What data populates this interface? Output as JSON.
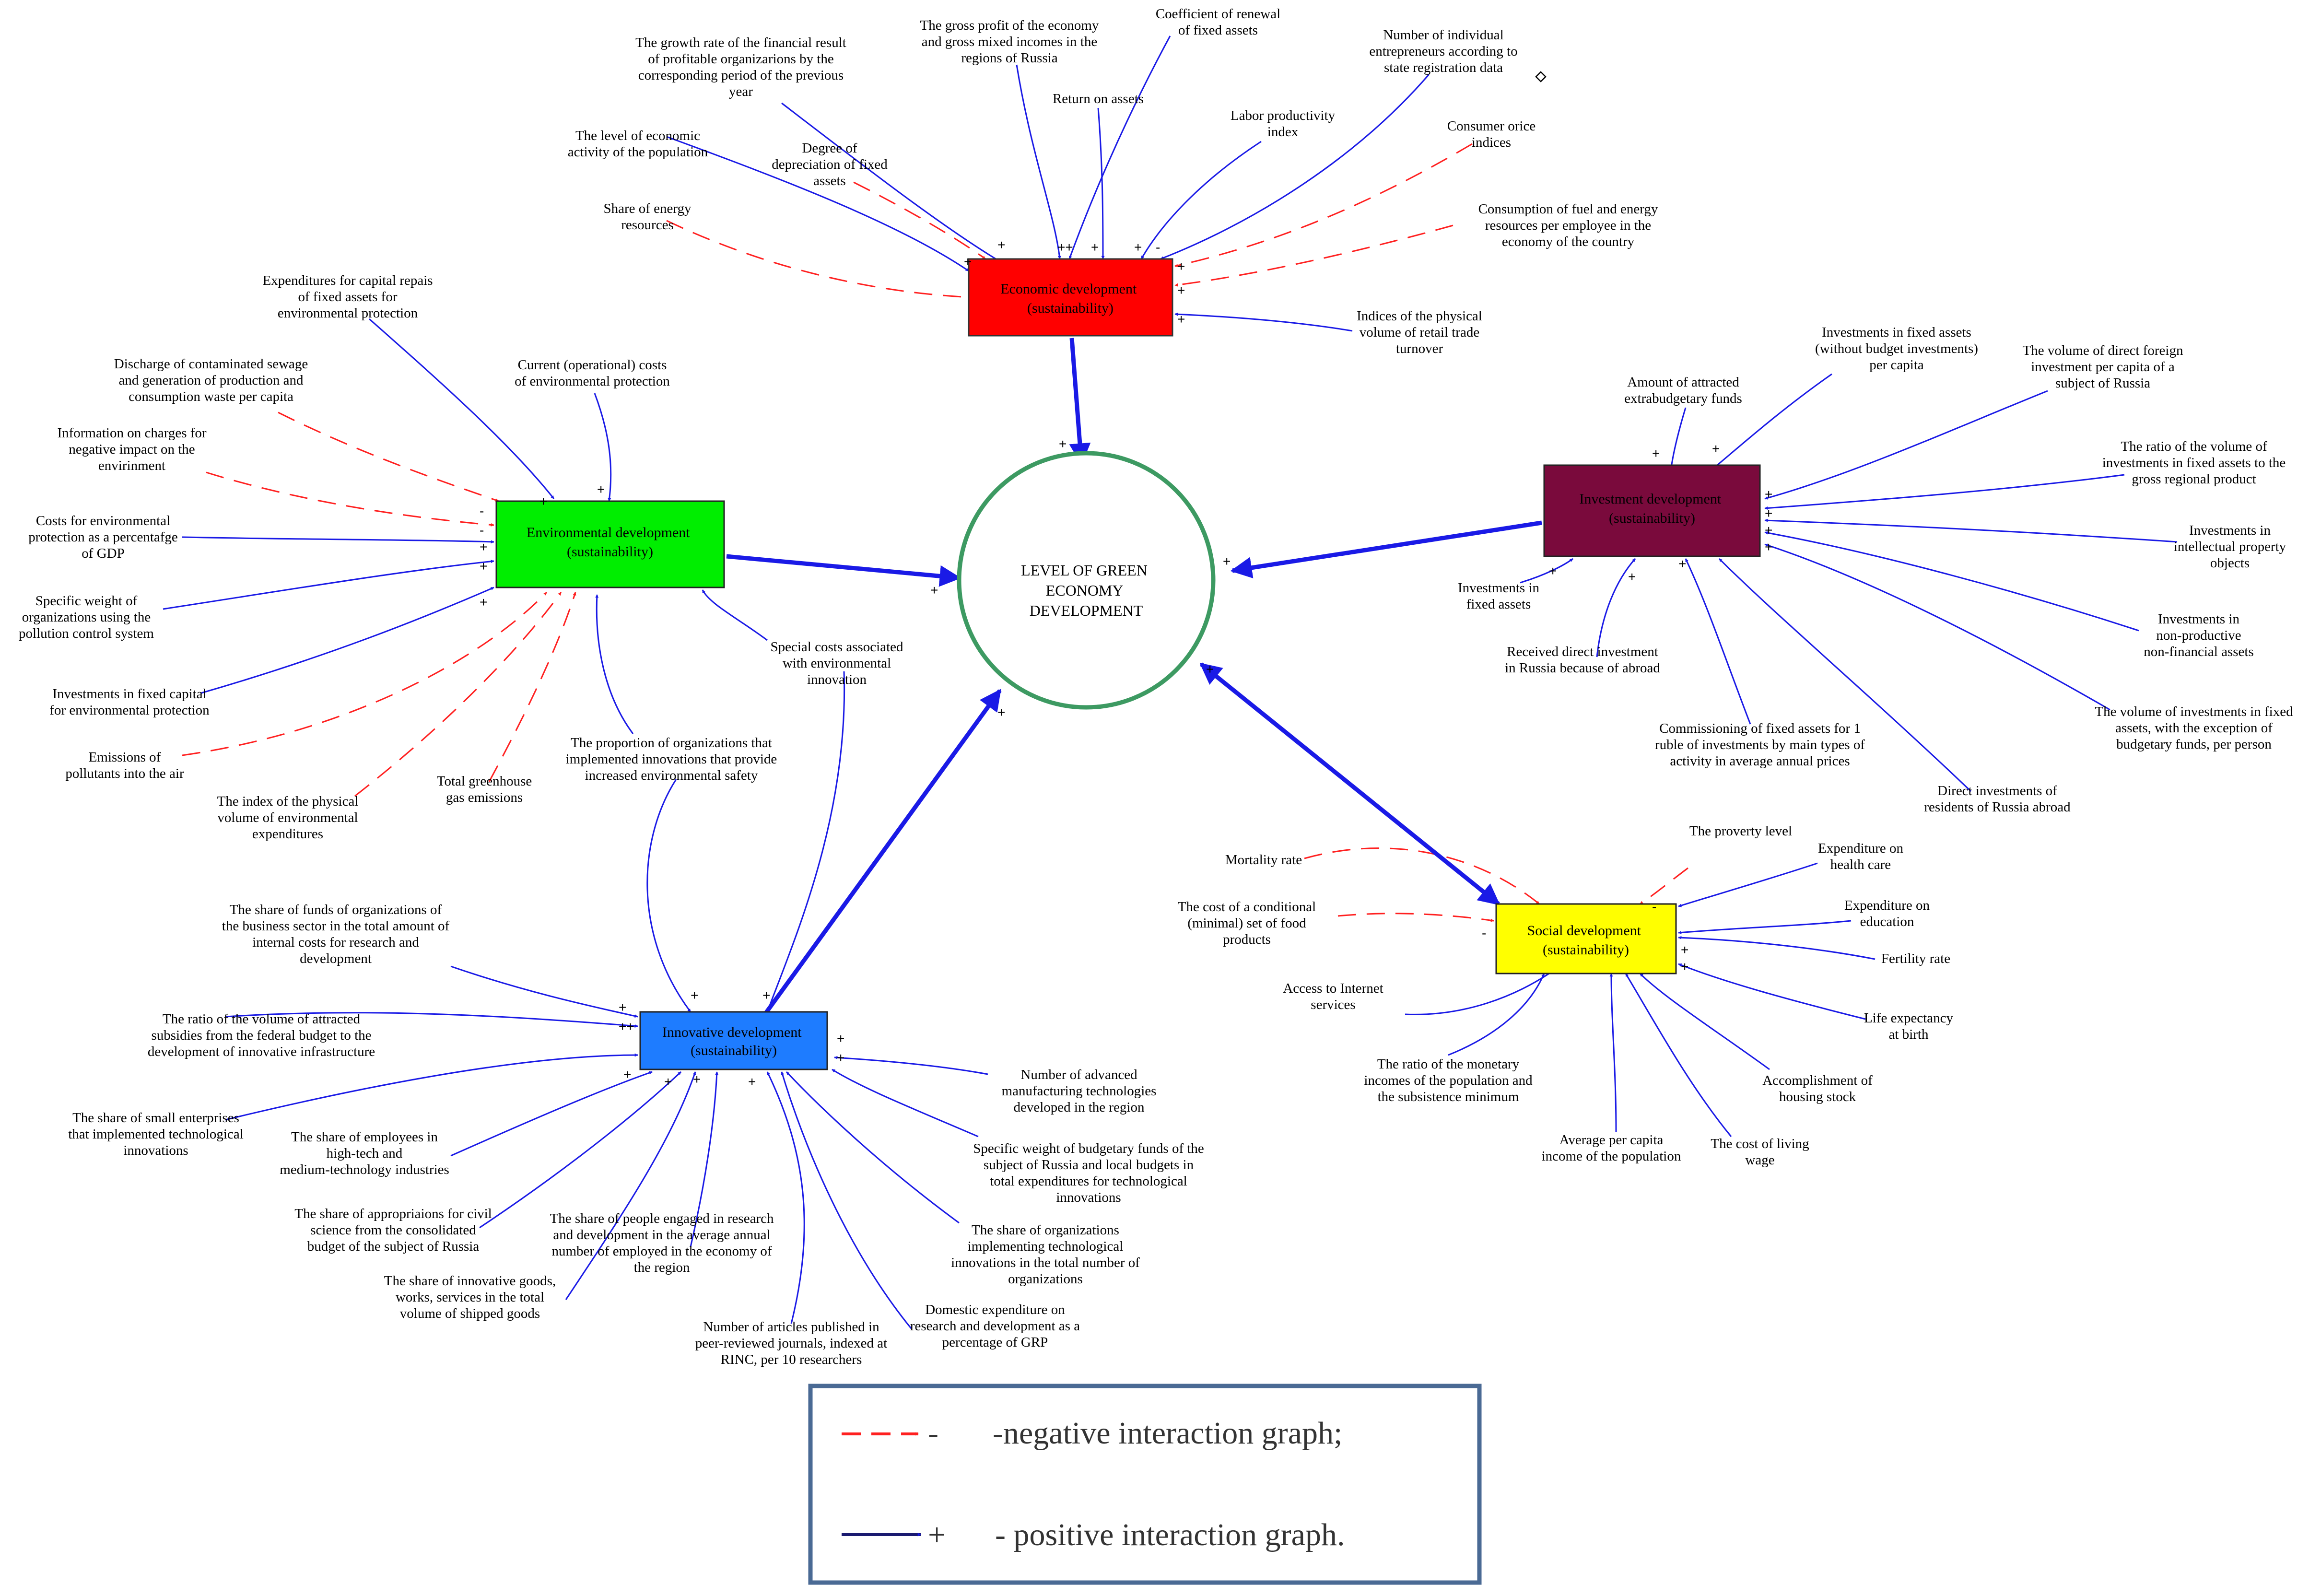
{
  "center": {
    "label": "LEVEL OF GREEN ECONOMY DEVELOPMENT",
    "lines": [
      "LEVEL OF GREEN",
      "ECONOMY",
      "DEVELOPMENT"
    ]
  },
  "colors": {
    "positive": "#1a1ae6",
    "negative": "#ff2020",
    "center_ring": "#3d9a62",
    "economic": "#ff0000",
    "environmental": "#00ee00",
    "investment": "#7a0a3c",
    "innovative": "#1e7cff",
    "social": "#ffff00",
    "legend_border": "#4a6a94"
  },
  "boxes": {
    "economic": [
      "Economic development",
      "(sustainability)"
    ],
    "environmental": [
      "Environmental development",
      "(sustainability)"
    ],
    "investment": [
      "Investment development",
      "(sustainability)"
    ],
    "innovative": [
      "Innovative development",
      "(sustainability)"
    ],
    "social": [
      "Social development",
      "(sustainability)"
    ]
  },
  "labels": {
    "eco_growth_rate": [
      "The growth rate of the financial result",
      "of profitable organizarions by the",
      "corresponding period of the previous",
      "year"
    ],
    "eco_gross_profit": [
      "The gross profit of the economy",
      "and gross mixed incomes in the",
      "regions of Russia"
    ],
    "eco_renewal": [
      "Coefficient of renewal",
      "of fixed assets"
    ],
    "eco_entrepreneurs": [
      "Number of individual",
      "entrepreneurs according to",
      "state registration data"
    ],
    "eco_return_assets": [
      "Return on assets"
    ],
    "eco_labor": [
      "Labor productivity",
      "index"
    ],
    "eco_activity": [
      "The level of economic",
      "activity of the population"
    ],
    "eco_depreciation": [
      "Degree of",
      "depreciation of fixed",
      "assets"
    ],
    "eco_cpi": [
      "Consumer orice",
      "indices"
    ],
    "eco_energy_share": [
      "Share of energy",
      "resources"
    ],
    "eco_fuel": [
      "Consumption of fuel and energy",
      "resources per employee in the",
      "economy of the country"
    ],
    "eco_retail": [
      "Indices of the physical",
      "volume of retail trade",
      "turnover"
    ],
    "env_capital_repairs": [
      "Expenditures for capital repais",
      "of fixed assets for",
      "environmental protection"
    ],
    "env_discharge": [
      "Discharge of contaminated sewage",
      "and generation of production and",
      "consumption waste per capita"
    ],
    "env_current_costs": [
      "Current (operational) costs",
      "of environmental protection"
    ],
    "env_charges": [
      "Information on charges for",
      "negative impact on the",
      "envirinment"
    ],
    "env_costs_gdp": [
      "Costs for environmental",
      "protection as a percentafge",
      "of GDP"
    ],
    "env_pollution_control": [
      "Specific weight of",
      "organizations using the",
      "pollution control system"
    ],
    "env_investments": [
      "Investments in fixed capital",
      "for environmental protection"
    ],
    "env_emissions": [
      "Emissions of",
      "pollutants into the air"
    ],
    "env_physical_volume": [
      "The index of the physical",
      "volume of environmental",
      "expenditures"
    ],
    "env_ghg": [
      "Total greenhouse",
      "gas emissions"
    ],
    "env_special_costs": [
      "Special costs associated",
      "with environmental",
      "innovation"
    ],
    "env_proportion": [
      "The proportion of organizations that",
      "implemented innovations that provide",
      "increased environmental safety"
    ],
    "inv_extrabudgetary": [
      "Amount of attracted",
      "extrabudgetary funds"
    ],
    "inv_fixed_capita": [
      "Investments in fixed assets",
      "(without budget investments)",
      "per capita"
    ],
    "inv_fdi_capita": [
      "The volume of direct foreign",
      "investment per capita of a",
      "subject of Russia"
    ],
    "inv_ratio_grp": [
      "The ratio of the volume of",
      "investments in fixed assets to the",
      "gross regional product"
    ],
    "inv_intellectual": [
      "Investments in",
      "intellectual property",
      "objects"
    ],
    "inv_nonproductive": [
      "Investments in",
      "non-productive",
      "non-financial assets"
    ],
    "inv_except_budget": [
      "The volume of investments in fixed",
      "assets, with the exception of",
      "budgetary funds, per person"
    ],
    "inv_fixed_assets": [
      "Investments in",
      "fixed assets"
    ],
    "inv_received_fdi": [
      "Received direct investment",
      "in Russia because of abroad"
    ],
    "inv_commissioning": [
      "Commissioning of fixed assets for 1",
      "ruble of investments by main types of",
      "activity in average annual prices"
    ],
    "inv_abroad": [
      "Direct investments of",
      "residents of Russia abroad"
    ],
    "soc_mortality": [
      "Mortality rate"
    ],
    "soc_poverty": [
      "The proverty level"
    ],
    "soc_health": [
      "Expenditure on",
      "health care"
    ],
    "soc_food": [
      "The cost of a conditional",
      "(minimal) set of food",
      "products"
    ],
    "soc_education": [
      "Expenditure on",
      "education"
    ],
    "soc_fertility": [
      "Fertility rate"
    ],
    "soc_internet": [
      "Access to Internet",
      "services"
    ],
    "soc_life": [
      "Life expectancy",
      "at birth"
    ],
    "soc_monetary": [
      "The ratio of the monetary",
      "incomes of the population and",
      "the subsistence minimum"
    ],
    "soc_housing": [
      "Accomplishment of",
      "housing stock"
    ],
    "soc_income": [
      "Average per capita",
      "income of the population"
    ],
    "soc_living_wage": [
      "The cost of living",
      "wage"
    ],
    "inn_business_share": [
      "The share of funds of organizations of",
      "the business sector in the total amount of",
      "internal costs for research and",
      "development"
    ],
    "inn_subsidies": [
      "The ratio of the volume of attracted",
      "subsidies from the federal budget to the",
      "development of innovative infrastructure"
    ],
    "inn_small_ent": [
      "The share of small enterprises",
      "that implemented technological",
      "innovations"
    ],
    "inn_hightech": [
      "The share of employees in",
      "high-tech and",
      "medium-technology industries"
    ],
    "inn_appropriations": [
      "The share of appropriaions for civil",
      "science from the consolidated",
      "budget of the subject of Russia"
    ],
    "inn_goods": [
      "The share of innovative goods,",
      "works, services in the total",
      "volume of shipped goods"
    ],
    "inn_research_people": [
      "The share of people engaged in research",
      "and development in the average annual",
      "number of employed in the economy of",
      "the region"
    ],
    "inn_articles": [
      "Number of articles published in",
      "peer-reviewed journals, indexed at",
      "RINC, per 10 researchers"
    ],
    "inn_domestic": [
      "Domestic expenditure on",
      "research and development as a",
      "percentage of GRP"
    ],
    "inn_implementing": [
      "The share of organizations",
      "implementing technological",
      "innovations in the total number of",
      "organizations"
    ],
    "inn_budget_weight": [
      "Specific weight of budgetary funds of the",
      "subject of Russia and local budgets in",
      "total expenditures for technological",
      "innovations"
    ],
    "inn_advanced_tech": [
      "Number of advanced",
      "manufacturing technologies",
      "developed in the region"
    ]
  },
  "signs": {
    "plus": "+",
    "minus": "-",
    "double_plus": "++"
  },
  "legend": {
    "negative": {
      "sign": "-",
      "text": "-negative interaction graph;"
    },
    "positive": {
      "sign": "+",
      "text": "- positive interaction graph."
    }
  }
}
